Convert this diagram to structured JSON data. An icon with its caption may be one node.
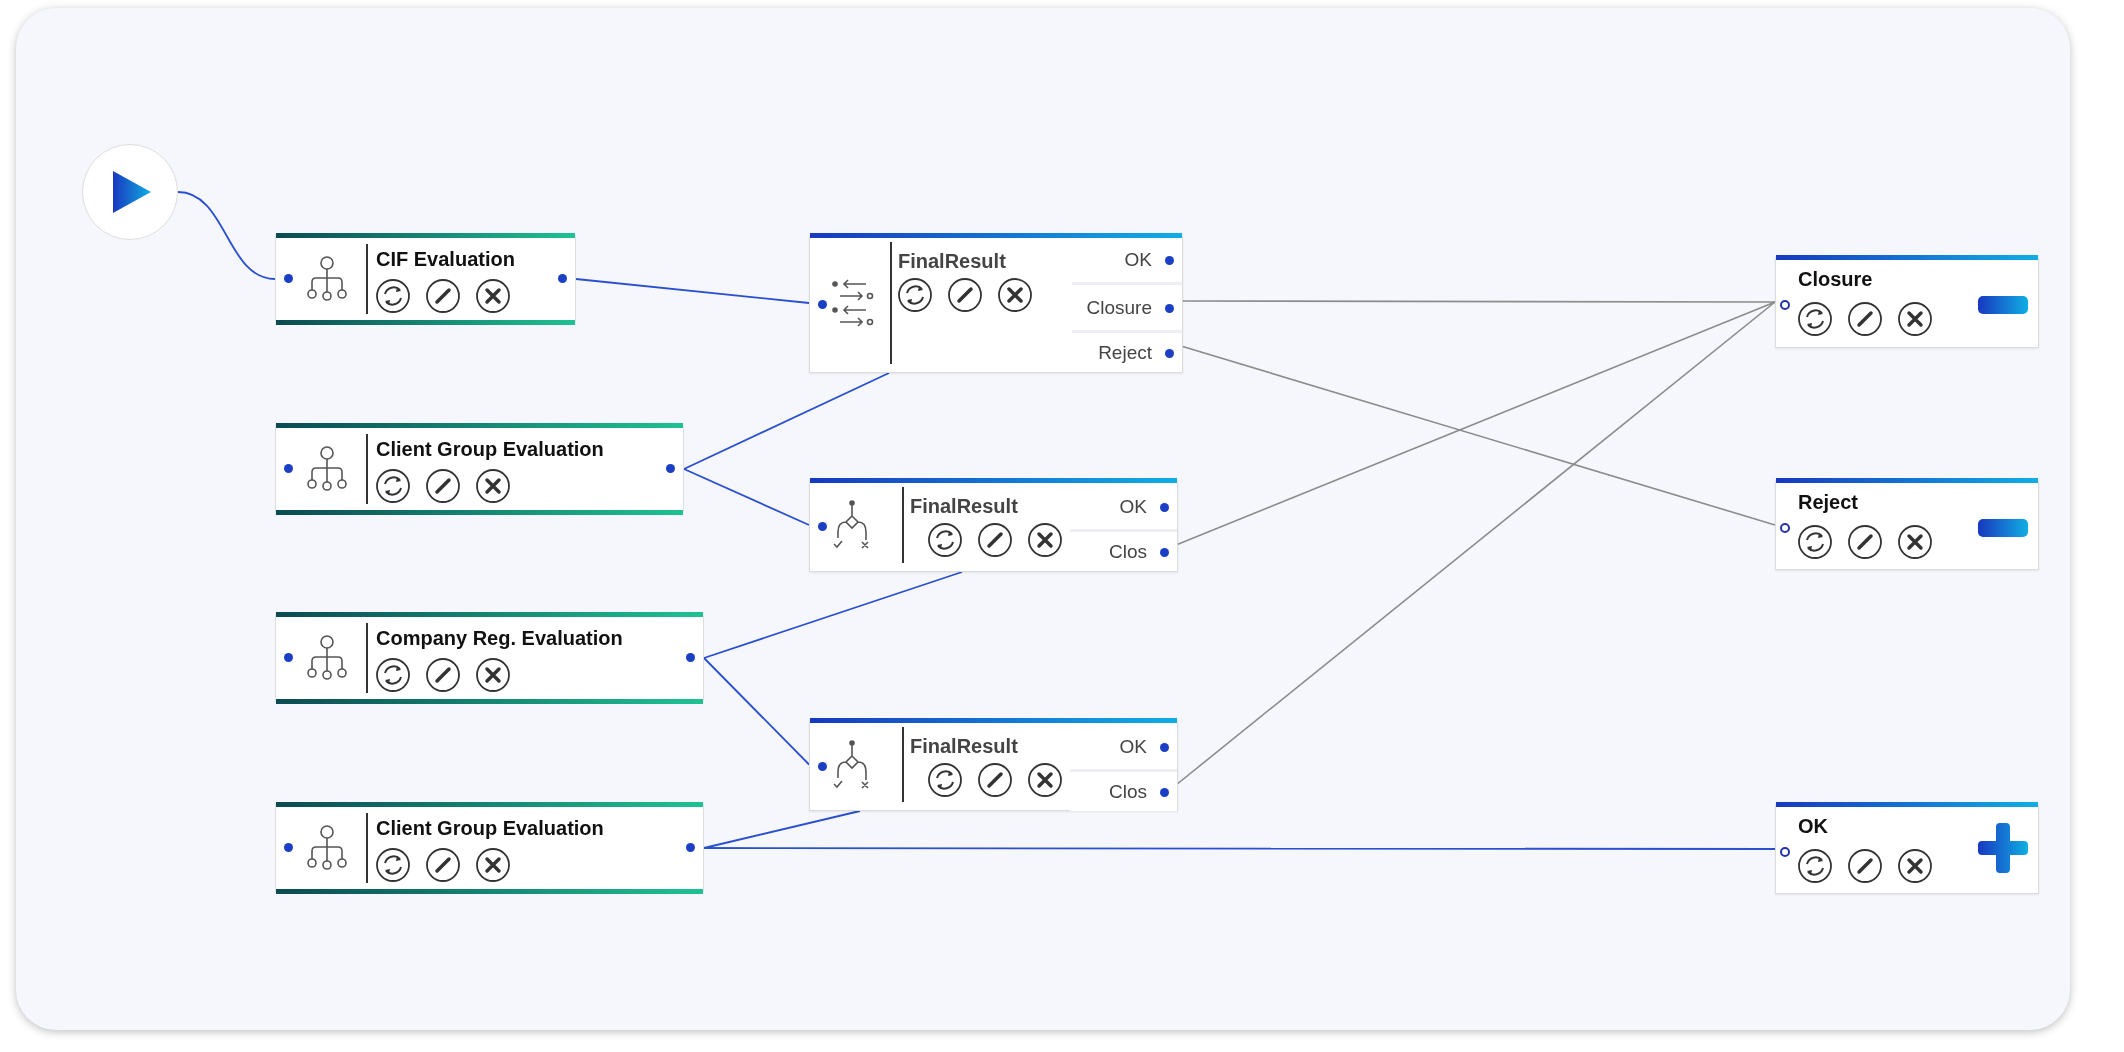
{
  "diagram": {
    "nodes": [
      {
        "text": [],
        "shape": "circle"
      },
      {
        "text": [
          "CIF Evaluation"
        ]
      },
      {
        "text": [
          "FinalResult"
        ]
      },
      {
        "text": [
          "OK"
        ],
        "in": 2
      },
      {
        "text": [
          "Closure"
        ],
        "in": 2
      },
      {
        "text": [
          "Reject"
        ],
        "in": 2
      },
      {
        "text": [
          "Closure"
        ]
      },
      {
        "text": [
          "Client Group Evaluation"
        ]
      },
      {
        "text": [
          "FinalResult"
        ]
      },
      {
        "text": [
          "OK"
        ],
        "in": 8
      },
      {
        "text": [
          "Clos"
        ],
        "in": 8
      },
      {
        "text": [
          "Reject"
        ]
      },
      {
        "text": [
          "Company Reg. Evaluation"
        ]
      },
      {
        "text": [
          "FinalResult"
        ]
      },
      {
        "text": [
          "OK"
        ],
        "in": 13
      },
      {
        "text": [
          "Clos"
        ],
        "in": 13
      },
      {
        "text": [
          "Client Group Evaluation"
        ]
      },
      {
        "text": [
          "OK"
        ]
      }
    ],
    "edges": [
      {
        "from": 0,
        "to": 1,
        "arrow": "none"
      },
      {
        "from": 1,
        "to": 2,
        "arrow": "none"
      },
      {
        "from": 7,
        "to": 2,
        "arrow": "none"
      },
      {
        "from": 7,
        "to": 8,
        "arrow": "none"
      },
      {
        "from": 12,
        "to": 8,
        "arrow": "none"
      },
      {
        "from": 12,
        "to": 13,
        "arrow": "none"
      },
      {
        "from": 16,
        "to": 13,
        "arrow": "none"
      },
      {
        "from": 16,
        "to": 17,
        "arrow": "none"
      },
      {
        "from": 4,
        "to": 6,
        "arrow": "none",
        "color": "#8c8c8c"
      },
      {
        "from": 5,
        "to": 11,
        "arrow": "none",
        "color": "#8c8c8c"
      },
      {
        "from": 10,
        "to": 6,
        "arrow": "none",
        "color": "#8c8c8c"
      },
      {
        "from": 15,
        "to": 6,
        "arrow": "none",
        "color": "#8c8c8c"
      }
    ]
  }
}
